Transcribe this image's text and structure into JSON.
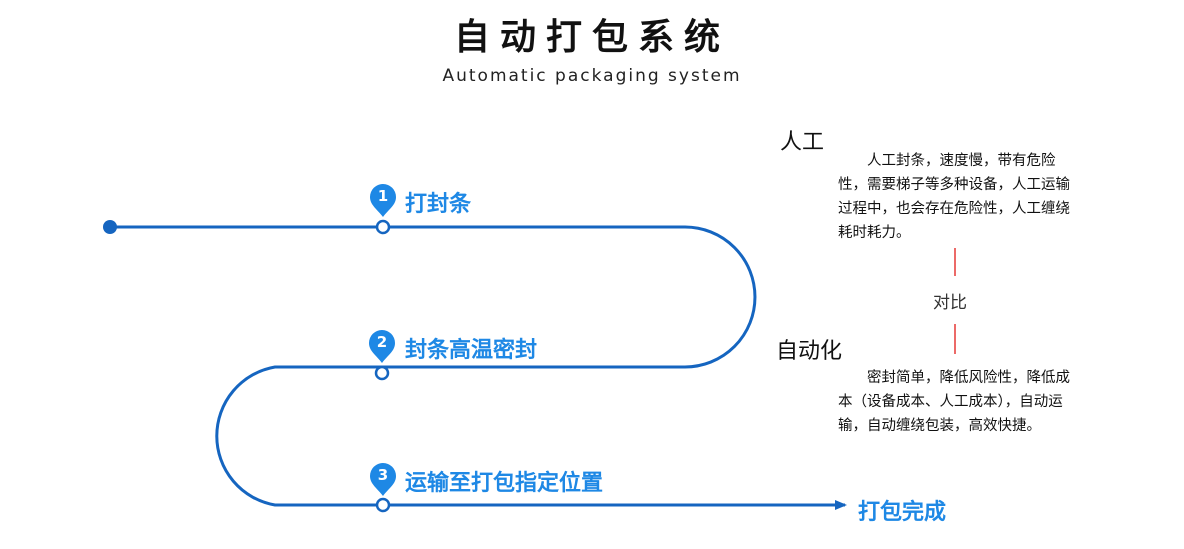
{
  "header": {
    "title": "自动打包系统",
    "subtitle": "Automatic packaging system"
  },
  "flow": {
    "line_color": "#1565c0",
    "label_color": "#1e88e5",
    "steps": [
      {
        "num": "1",
        "label": "打封条"
      },
      {
        "num": "2",
        "label": "封条高温密封"
      },
      {
        "num": "3",
        "label": "运输至打包指定位置"
      }
    ],
    "end_label": "打包完成"
  },
  "comparison": {
    "manual": {
      "heading": "人工",
      "text": "人工封条，速度慢，带有危险性，需要梯子等多种设备，人工运输过程中，也会存在危险性，人工缠绕耗时耗力。"
    },
    "versus": "对比",
    "divider_color": "#e53935",
    "auto": {
      "heading": "自动化",
      "text": "密封简单，降低风险性，降低成本（设备成本、人工成本），自动运输，自动缠绕包装，高效快捷。"
    }
  }
}
